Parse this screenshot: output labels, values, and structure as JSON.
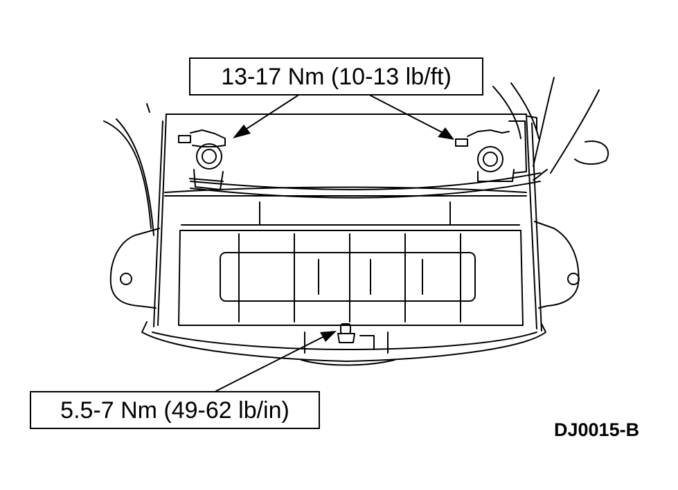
{
  "callouts": {
    "top_torque": "13-17 Nm (10-13 lb/ft)",
    "bottom_torque": "5.5-7 Nm (49-62 lb/in)"
  },
  "figure_id": "DJ0015-B",
  "colors": {
    "line": "#000000",
    "background": "#ffffff"
  }
}
